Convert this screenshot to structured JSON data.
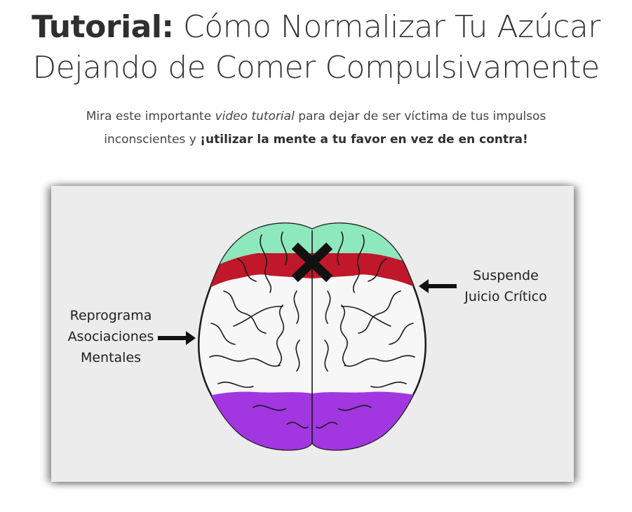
{
  "header": {
    "title_bold": "Tutorial:",
    "title_line1_rest": " Cómo Normalizar Tu Azúcar",
    "title_line2": "Dejando de Comer Compulsivamente"
  },
  "intro": {
    "part1": "Mira este importante ",
    "emphasis": "video tutorial",
    "part2": " para dejar de ser víctima de tus impulsos inconscientes y ",
    "strong": "¡utilizar la mente a tu favor en vez de en contra!"
  },
  "video": {
    "label_left_line1": "Reprograma",
    "label_left_line2": "Asociaciones",
    "label_left_line3": "Mentales",
    "label_right_line1": "Suspende",
    "label_right_line2": "Juicio Crítico"
  },
  "colors": {
    "frontal_green": "#8ee8bd",
    "prefrontal_red": "#c0172a",
    "occipital_purple": "#a236e0",
    "cross_black": "#111111",
    "frame_bg": "#ececec"
  },
  "icons": [
    "cross-mark-icon",
    "arrow-right-icon",
    "arrow-left-icon"
  ]
}
